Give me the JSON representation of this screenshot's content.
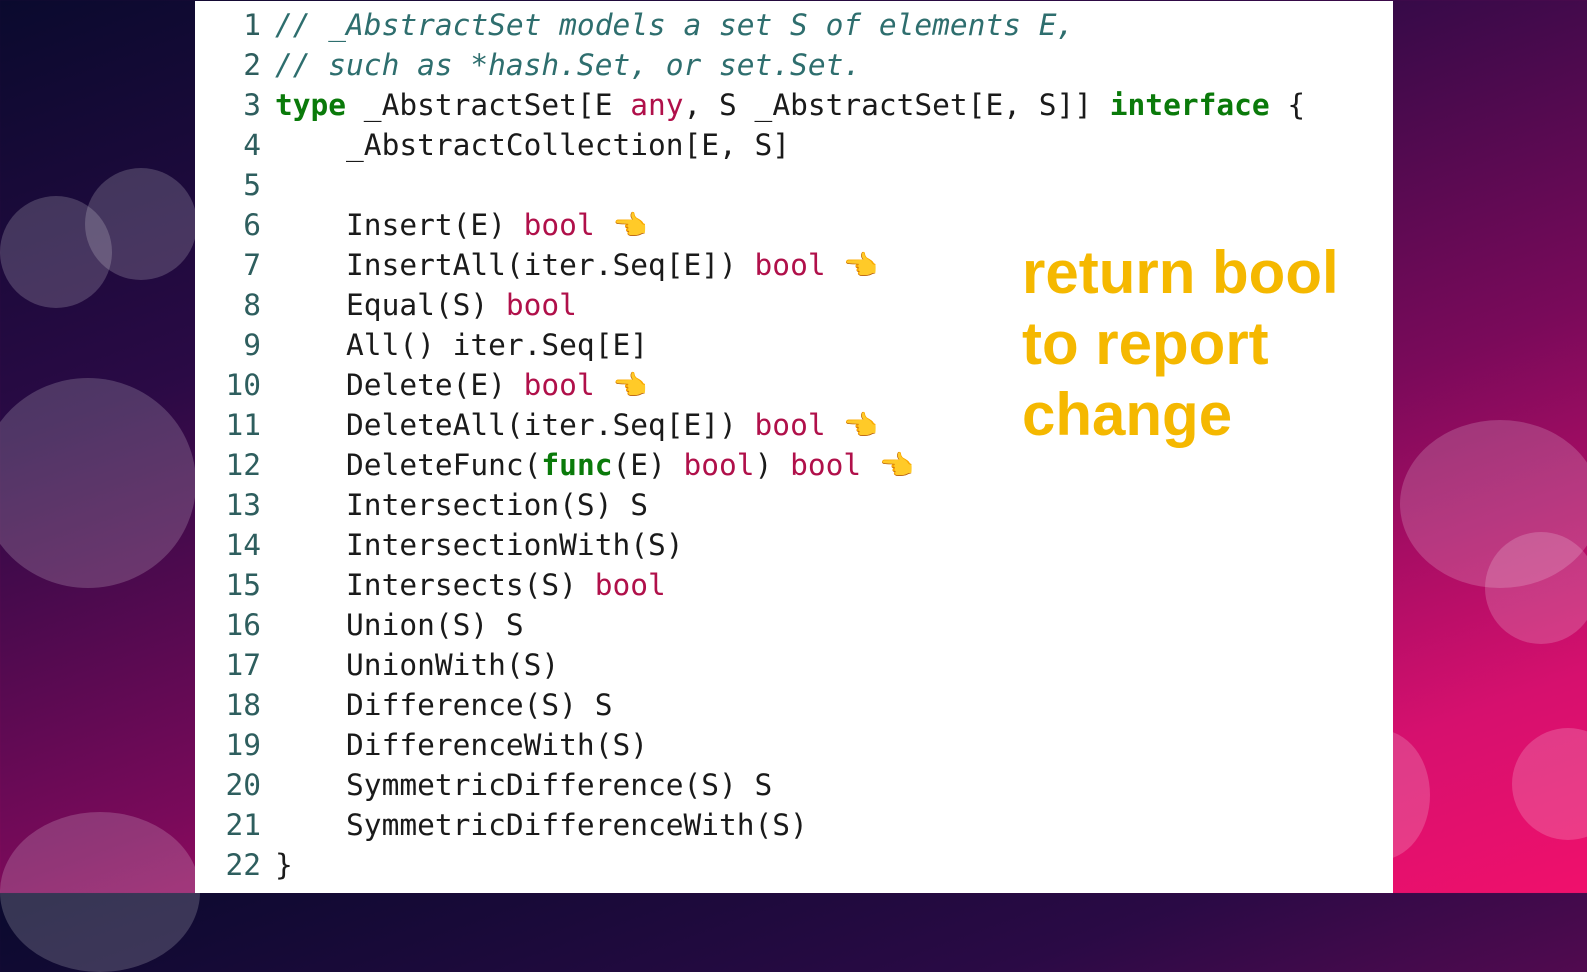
{
  "code": {
    "lines": [
      {
        "num": "1",
        "tokens": [
          {
            "t": "// _AbstractSet models a set S of elements E,",
            "c": "comment"
          }
        ]
      },
      {
        "num": "2",
        "tokens": [
          {
            "t": "// such as *hash.Set, or set.Set.",
            "c": "comment"
          }
        ]
      },
      {
        "num": "3",
        "tokens": [
          {
            "t": "type",
            "c": "kw"
          },
          {
            "t": " _AbstractSet[E ",
            "c": ""
          },
          {
            "t": "any",
            "c": "ty"
          },
          {
            "t": ", S _AbstractSet[E, S]] ",
            "c": ""
          },
          {
            "t": "interface",
            "c": "kw"
          },
          {
            "t": " {",
            "c": ""
          }
        ]
      },
      {
        "num": "4",
        "tokens": [
          {
            "t": "    _AbstractCollection[E, S]",
            "c": ""
          }
        ]
      },
      {
        "num": "5",
        "tokens": []
      },
      {
        "num": "6",
        "tokens": [
          {
            "t": "    Insert(E) ",
            "c": ""
          },
          {
            "t": "bool",
            "c": "ty"
          }
        ],
        "pointer": true
      },
      {
        "num": "7",
        "tokens": [
          {
            "t": "    InsertAll(iter.Seq[E]) ",
            "c": ""
          },
          {
            "t": "bool",
            "c": "ty"
          }
        ],
        "pointer": true
      },
      {
        "num": "8",
        "tokens": [
          {
            "t": "    Equal(S) ",
            "c": ""
          },
          {
            "t": "bool",
            "c": "ty"
          }
        ]
      },
      {
        "num": "9",
        "tokens": [
          {
            "t": "    All() iter.Seq[E]",
            "c": ""
          }
        ]
      },
      {
        "num": "10",
        "tokens": [
          {
            "t": "    Delete(E) ",
            "c": ""
          },
          {
            "t": "bool",
            "c": "ty"
          }
        ],
        "pointer": true
      },
      {
        "num": "11",
        "tokens": [
          {
            "t": "    DeleteAll(iter.Seq[E]) ",
            "c": ""
          },
          {
            "t": "bool",
            "c": "ty"
          }
        ],
        "pointer": true
      },
      {
        "num": "12",
        "tokens": [
          {
            "t": "    DeleteFunc(",
            "c": ""
          },
          {
            "t": "func",
            "c": "kw"
          },
          {
            "t": "(E) ",
            "c": ""
          },
          {
            "t": "bool",
            "c": "ty"
          },
          {
            "t": ") ",
            "c": ""
          },
          {
            "t": "bool",
            "c": "ty"
          }
        ],
        "pointer": true
      },
      {
        "num": "13",
        "tokens": [
          {
            "t": "    Intersection(S) S",
            "c": ""
          }
        ]
      },
      {
        "num": "14",
        "tokens": [
          {
            "t": "    IntersectionWith(S)",
            "c": ""
          }
        ]
      },
      {
        "num": "15",
        "tokens": [
          {
            "t": "    Intersects(S) ",
            "c": ""
          },
          {
            "t": "bool",
            "c": "ty"
          }
        ]
      },
      {
        "num": "16",
        "tokens": [
          {
            "t": "    Union(S) S",
            "c": ""
          }
        ]
      },
      {
        "num": "17",
        "tokens": [
          {
            "t": "    UnionWith(S)",
            "c": ""
          }
        ]
      },
      {
        "num": "18",
        "tokens": [
          {
            "t": "    Difference(S) S",
            "c": ""
          }
        ]
      },
      {
        "num": "19",
        "tokens": [
          {
            "t": "    DifferenceWith(S)",
            "c": ""
          }
        ]
      },
      {
        "num": "20",
        "tokens": [
          {
            "t": "    SymmetricDifference(S) S",
            "c": ""
          }
        ]
      },
      {
        "num": "21",
        "tokens": [
          {
            "t": "    SymmetricDifferenceWith(S)",
            "c": ""
          }
        ]
      },
      {
        "num": "22",
        "tokens": [
          {
            "t": "}",
            "c": ""
          }
        ]
      }
    ],
    "pointer_glyph": "👈",
    "pointer_icon": "hand-pointing-left-icon"
  },
  "note": {
    "lines": [
      "return bool",
      "to report",
      "change"
    ]
  },
  "colors": {
    "comment": "#2e6e6e",
    "keyword": "#0a7a0a",
    "type": "#b0104a",
    "note": "#f5b800"
  }
}
